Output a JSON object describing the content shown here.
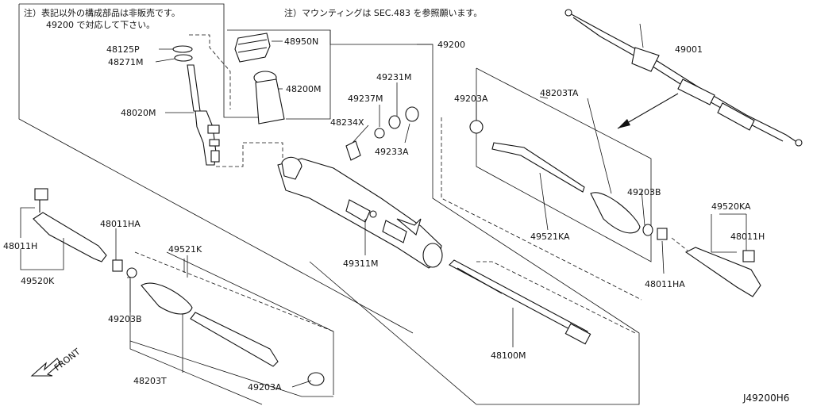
{
  "notes": {
    "box_line1": "注）表記以外の構成部品は非販売です。",
    "box_line2": "49200 で対応して下さい。",
    "top_note": "注）マウンティングは SEC.483 を参照願います。"
  },
  "labels": {
    "p48125P": "48125P",
    "p48271M": "48271M",
    "p48020M": "48020M",
    "p48950N": "48950N",
    "p48200M": "48200M",
    "p49200": "49200",
    "p49231M": "49231M",
    "p49237M": "49237M",
    "p48234X": "48234X",
    "p49233A": "49233A",
    "p49203A_top": "49203A",
    "p48203TA": "48203TA",
    "p49001": "49001",
    "p49203B_right": "49203B",
    "p49521KA": "49521KA",
    "p49520KA": "49520KA",
    "p48011H_right": "48011H",
    "p48011HA_right": "48011HA",
    "p49311M": "49311M",
    "p48100M": "48100M",
    "p48011H_left": "48011H",
    "p49520K": "49520K",
    "p48011HA_left": "48011HA",
    "p49521K": "49521K",
    "p49203B_left": "49203B",
    "p48203T": "48203T",
    "p49203A_bottom": "49203A"
  },
  "front_label": "FRONT",
  "diagram_id": "J49200H6"
}
